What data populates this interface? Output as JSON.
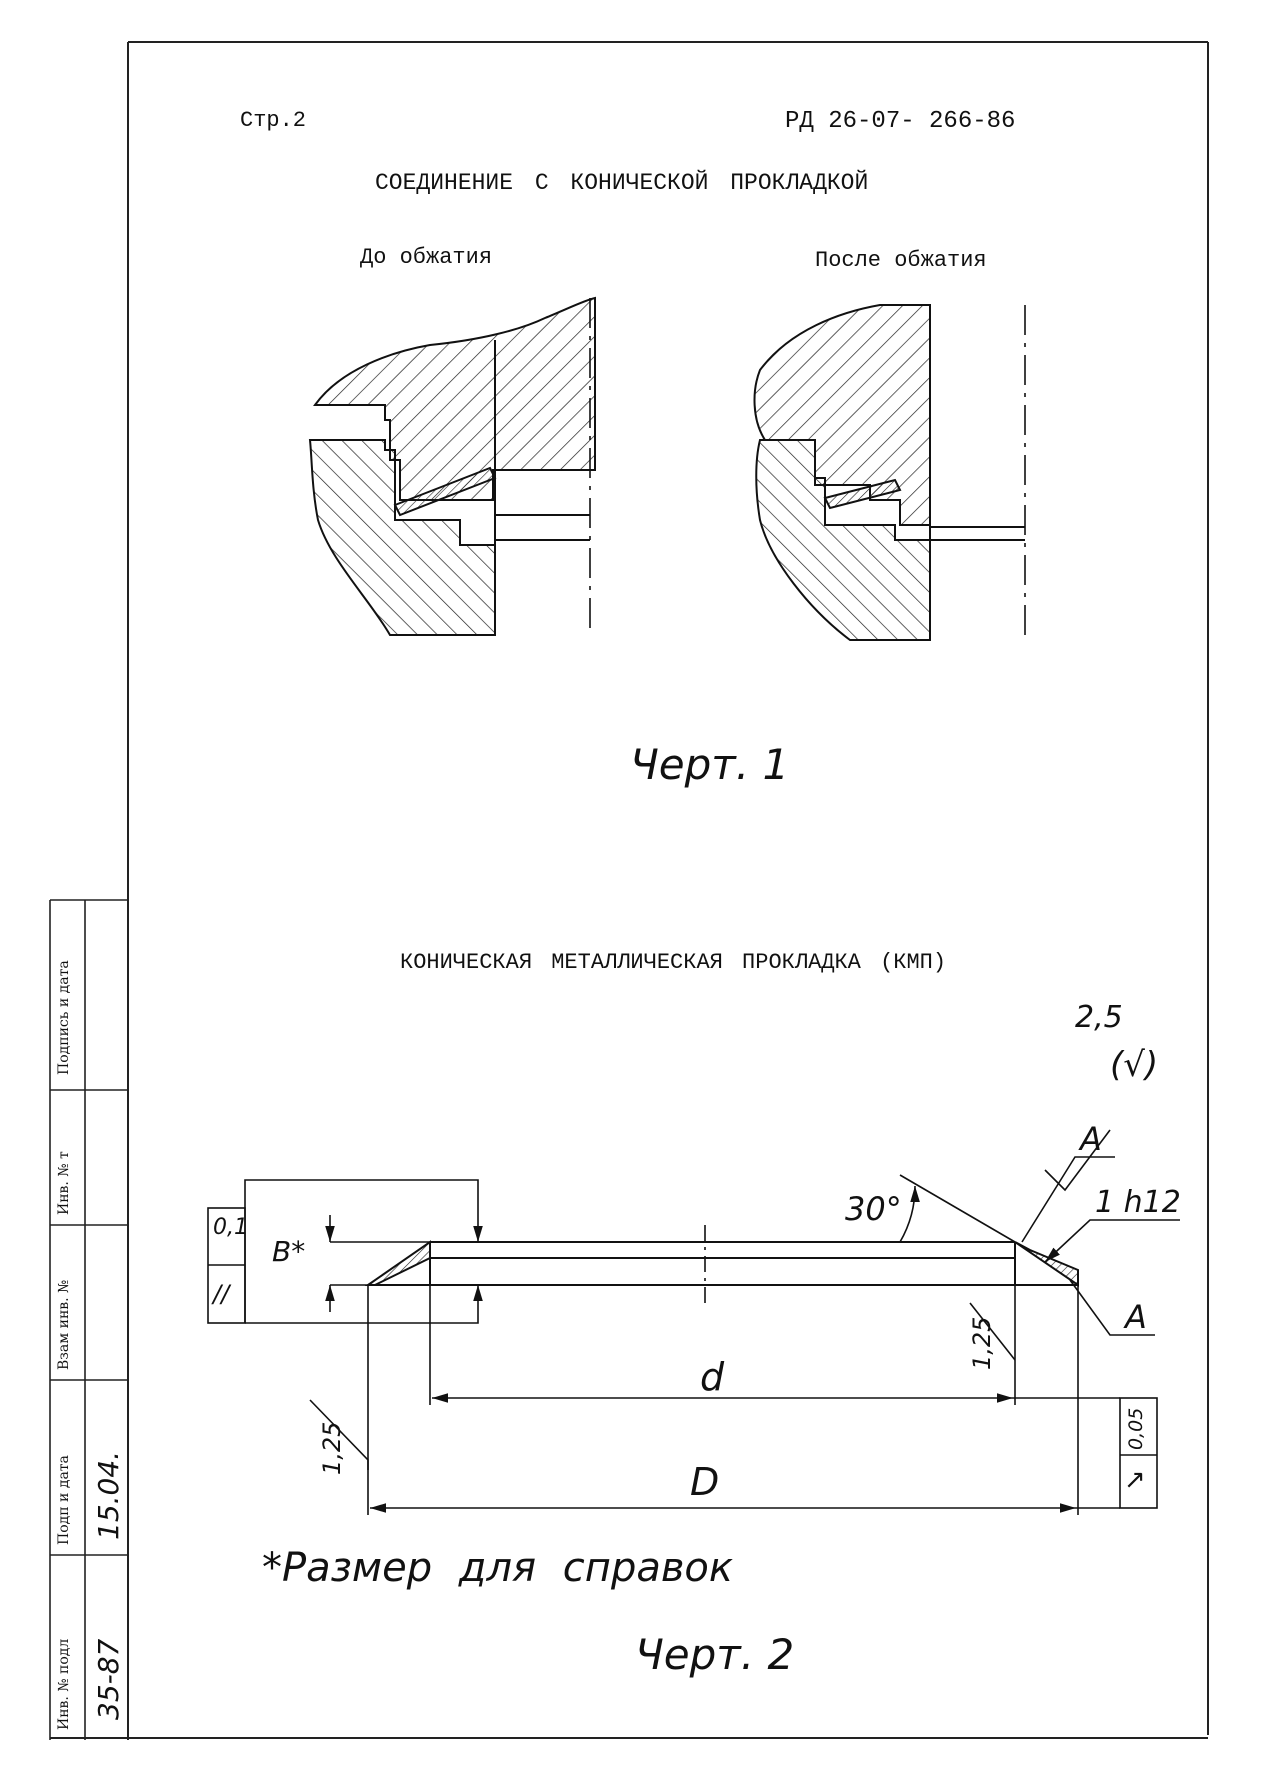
{
  "header": {
    "page": "Стр.2",
    "doc_code": "РД 26-07- 266-86"
  },
  "fig1": {
    "title": "СОЕДИНЕНИЕ С КОНИЧЕСКОЙ ПРОКЛАДКОЙ",
    "before_label": "До обжатия",
    "after_label": "После обжатия",
    "caption": "Черт. 1"
  },
  "fig2": {
    "title": "КОНИЧЕСКАЯ МЕТАЛЛИЧЕСКАЯ ПРОКЛАДКА (КМП)",
    "roughness_value": "2,5",
    "roughness_symbol": "(√)",
    "section_mark_top": "A",
    "section_mark_bottom": "A",
    "angle": "30°",
    "thickness_tol": "1 h12",
    "height_ref": "B*",
    "parallelism_value": "0,1",
    "parallelism_symbol": "//",
    "chamfer_left": "1,25",
    "chamfer_right": "1,25",
    "inner_dia": "d",
    "outer_dia": "D",
    "runout_value": "0,05",
    "runout_symbol": "↗",
    "note": "*Размер для справок",
    "caption": "Черт. 2"
  },
  "side_stamp": {
    "cells": [
      "Подпись и дата",
      "Инв. № т",
      "Взам инв. №",
      "Подп и дата",
      "Инв. № подл"
    ],
    "date_handwritten": "15.04.",
    "inv_handwritten": "35-87"
  }
}
